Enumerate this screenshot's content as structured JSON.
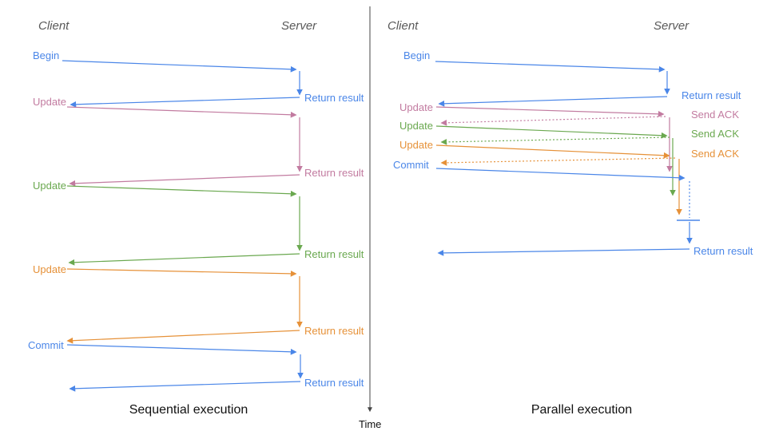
{
  "colors": {
    "blue": "#4A86E8",
    "magenta": "#C27BA0",
    "green": "#6AA84F",
    "orange": "#E69138",
    "axis": "#444444",
    "header_gray": "#595959",
    "title_black": "#111111"
  },
  "time_axis": {
    "label": "Time"
  },
  "left": {
    "title": "Sequential execution",
    "client_header": "Client",
    "server_header": "Server",
    "messages": [
      {
        "label": "Begin",
        "response": "Return result",
        "color": "#4A86E8"
      },
      {
        "label": "Update",
        "response": "Return result",
        "color": "#C27BA0"
      },
      {
        "label": "Update",
        "response": "Return result",
        "color": "#6AA84F"
      },
      {
        "label": "Update",
        "response": "Return result",
        "color": "#E69138"
      },
      {
        "label": "Commit",
        "response": "Return result",
        "color": "#4A86E8"
      }
    ]
  },
  "right": {
    "title": "Parallel execution",
    "client_header": "Client",
    "server_header": "Server",
    "messages": [
      {
        "label": "Begin",
        "response": "Return result",
        "color": "#4A86E8"
      },
      {
        "label": "Update",
        "response": "Send ACK",
        "color": "#C27BA0"
      },
      {
        "label": "Update",
        "response": "Send ACK",
        "color": "#6AA84F"
      },
      {
        "label": "Update",
        "response": "Send ACK",
        "color": "#E69138"
      },
      {
        "label": "Commit",
        "response": "Return result",
        "color": "#4A86E8"
      }
    ]
  }
}
